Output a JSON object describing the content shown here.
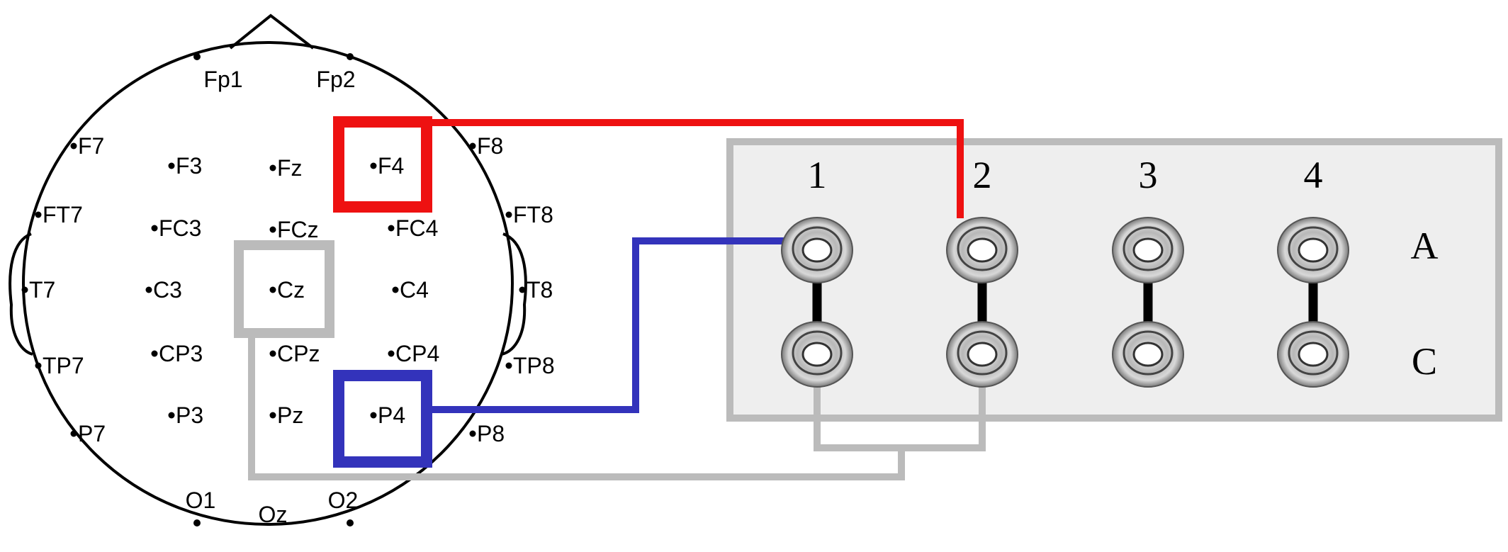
{
  "electrodes": [
    {
      "name": "Fp1"
    },
    {
      "name": "Fp2"
    },
    {
      "name": "F7"
    },
    {
      "name": "F3"
    },
    {
      "name": "Fz"
    },
    {
      "name": "F4"
    },
    {
      "name": "F8"
    },
    {
      "name": "FT7"
    },
    {
      "name": "FC3"
    },
    {
      "name": "FCz"
    },
    {
      "name": "FC4"
    },
    {
      "name": "FT8"
    },
    {
      "name": "T7"
    },
    {
      "name": "C3"
    },
    {
      "name": "Cz"
    },
    {
      "name": "C4"
    },
    {
      "name": "T8"
    },
    {
      "name": "TP7"
    },
    {
      "name": "CP3"
    },
    {
      "name": "CPz"
    },
    {
      "name": "CP4"
    },
    {
      "name": "TP8"
    },
    {
      "name": "P7"
    },
    {
      "name": "P3"
    },
    {
      "name": "Pz"
    },
    {
      "name": "P4"
    },
    {
      "name": "P8"
    },
    {
      "name": "O1"
    },
    {
      "name": "Oz"
    },
    {
      "name": "O2"
    }
  ],
  "highlights": [
    {
      "electrode": "F4",
      "color": "#ee1111"
    },
    {
      "electrode": "P4",
      "color": "#3333bb"
    },
    {
      "electrode": "Cz",
      "color": "#bbbbbb"
    }
  ],
  "panel": {
    "columns": [
      "1",
      "2",
      "3",
      "4"
    ],
    "rows": [
      "A",
      "C"
    ]
  },
  "colors": {
    "red_wire": "#ee1111",
    "blue_wire": "#3333bb",
    "gray_wire": "#bbbbbb",
    "panel_fill": "#eeeeee",
    "panel_border": "#bbbbbb",
    "head_outline": "#000000"
  }
}
